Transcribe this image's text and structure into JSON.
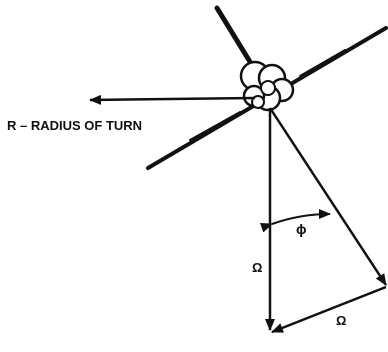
{
  "diagram": {
    "labels": {
      "radius": "R – RADIUS OF TURN",
      "bank_angle": "ϕ",
      "load_vector": "Ω",
      "centrifugal": "Ω"
    },
    "colors": {
      "ink": "#111111",
      "background": "#ffffff"
    }
  }
}
